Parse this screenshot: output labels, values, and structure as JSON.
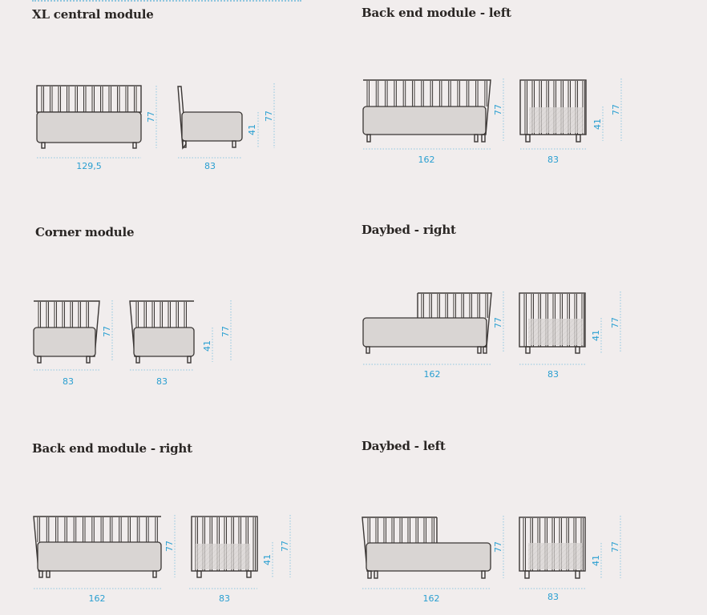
{
  "modules": [
    {
      "title": "XL central module",
      "views": [
        {
          "kind": "front",
          "dims": {
            "width": "129,5",
            "height": "77"
          }
        },
        {
          "kind": "side-low",
          "dims": {
            "width": "83",
            "seat": "41",
            "height": "77"
          }
        }
      ]
    },
    {
      "title": "Back end module - left",
      "views": [
        {
          "kind": "front",
          "dims": {
            "width": "162",
            "height": "77"
          }
        },
        {
          "kind": "side",
          "dims": {
            "width": "83",
            "seat": "41",
            "height": "77"
          }
        }
      ]
    },
    {
      "title": "Corner module",
      "views": [
        {
          "kind": "front",
          "dims": {
            "width": "83",
            "height": "77"
          }
        },
        {
          "kind": "side",
          "dims": {
            "width": "83",
            "seat": "41",
            "height": "77"
          }
        }
      ]
    },
    {
      "title": "Daybed - right",
      "views": [
        {
          "kind": "front",
          "dims": {
            "width": "162",
            "height": "77"
          }
        },
        {
          "kind": "side",
          "dims": {
            "width": "83",
            "seat": "41",
            "height": "77"
          }
        }
      ]
    },
    {
      "title": "Back end module - right",
      "views": [
        {
          "kind": "front",
          "dims": {
            "width": "162",
            "height": "77"
          }
        },
        {
          "kind": "side",
          "dims": {
            "width": "83",
            "seat": "41",
            "height": "77"
          }
        }
      ]
    },
    {
      "title": "Daybed - left",
      "views": [
        {
          "kind": "front",
          "dims": {
            "width": "162",
            "height": "77"
          }
        },
        {
          "kind": "side",
          "dims": {
            "width": "83",
            "seat": "41",
            "height": "77"
          }
        }
      ]
    }
  ],
  "colors": {
    "background": "#f1eded",
    "ink": "#3a3634",
    "dimension": "#2a9fd1",
    "seat_fill": "#d9d5d3"
  }
}
